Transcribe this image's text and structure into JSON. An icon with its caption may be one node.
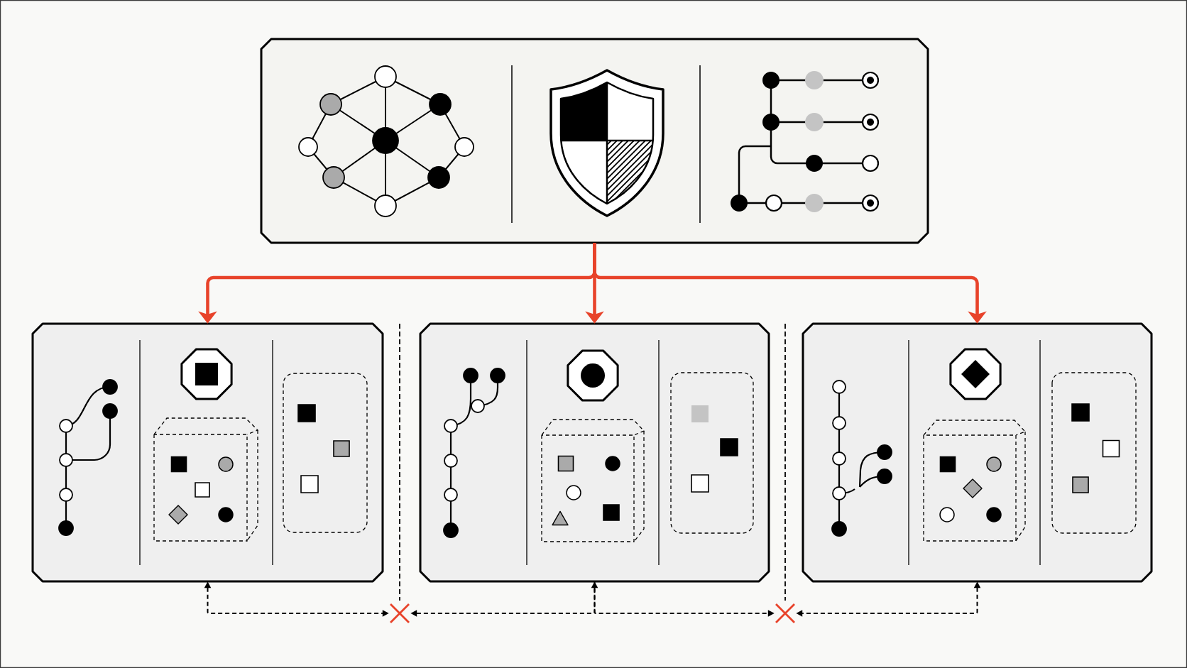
{
  "diagram": {
    "nodes": [
      {
        "text": [],
        "shape": "box"
      },
      {
        "text": [],
        "shape": "box"
      },
      {
        "text": [],
        "shape": "box"
      },
      {
        "text": [],
        "shape": "box"
      },
      {
        "text": [],
        "shape": "cross"
      },
      {
        "text": [],
        "shape": "cross"
      }
    ],
    "edges": [
      {
        "from": 0,
        "to": 1,
        "arrow": "to",
        "style": "thick",
        "color": "#e8432a"
      },
      {
        "from": 0,
        "to": 2,
        "arrow": "to",
        "style": "thick",
        "color": "#e8432a"
      },
      {
        "from": 0,
        "to": 3,
        "arrow": "to",
        "style": "thick",
        "color": "#e8432a"
      },
      {
        "from": 1,
        "to": 4,
        "arrow": "both",
        "style": "dashed"
      },
      {
        "from": 2,
        "to": 4,
        "arrow": "both",
        "style": "dashed"
      },
      {
        "from": 2,
        "to": 5,
        "arrow": "to",
        "style": "dashed"
      },
      {
        "from": 3,
        "to": 5,
        "arrow": "both",
        "style": "dashed"
      }
    ]
  }
}
